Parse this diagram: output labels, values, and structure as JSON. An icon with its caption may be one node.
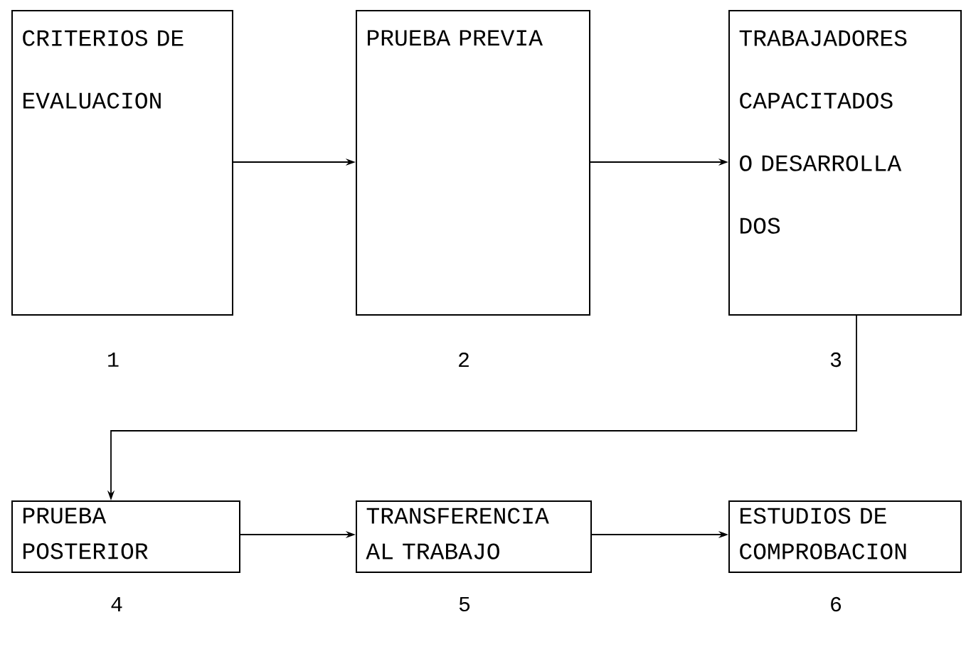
{
  "diagram": {
    "nodes": [
      {
        "text": [
          "CRITERIOS DE EVALUACION"
        ],
        "beside": [
          "1"
        ]
      },
      {
        "text": [
          "PRUEBA PREVIA"
        ],
        "beside": [
          "2"
        ]
      },
      {
        "text": [
          "TRABAJADORES CAPACITADOS O DESARROLLA DOS"
        ],
        "beside": [
          "3"
        ]
      },
      {
        "text": [
          "PRUEBA POSTERIOR"
        ],
        "beside": [
          "4"
        ]
      },
      {
        "text": [
          "TRANSFERENCIA AL TRABAJO"
        ],
        "beside": [
          "5"
        ]
      },
      {
        "text": [
          "ESTUDIOS DE COMPROBACION"
        ],
        "beside": [
          "6"
        ]
      }
    ],
    "edges": [
      {
        "from": 0,
        "to": 1,
        "arrow": "to"
      },
      {
        "from": 1,
        "to": 2,
        "arrow": "to"
      },
      {
        "from": 2,
        "to": 3,
        "arrow": "to"
      },
      {
        "from": 3,
        "to": 4,
        "arrow": "to"
      },
      {
        "from": 4,
        "to": 5,
        "arrow": "to"
      }
    ]
  }
}
